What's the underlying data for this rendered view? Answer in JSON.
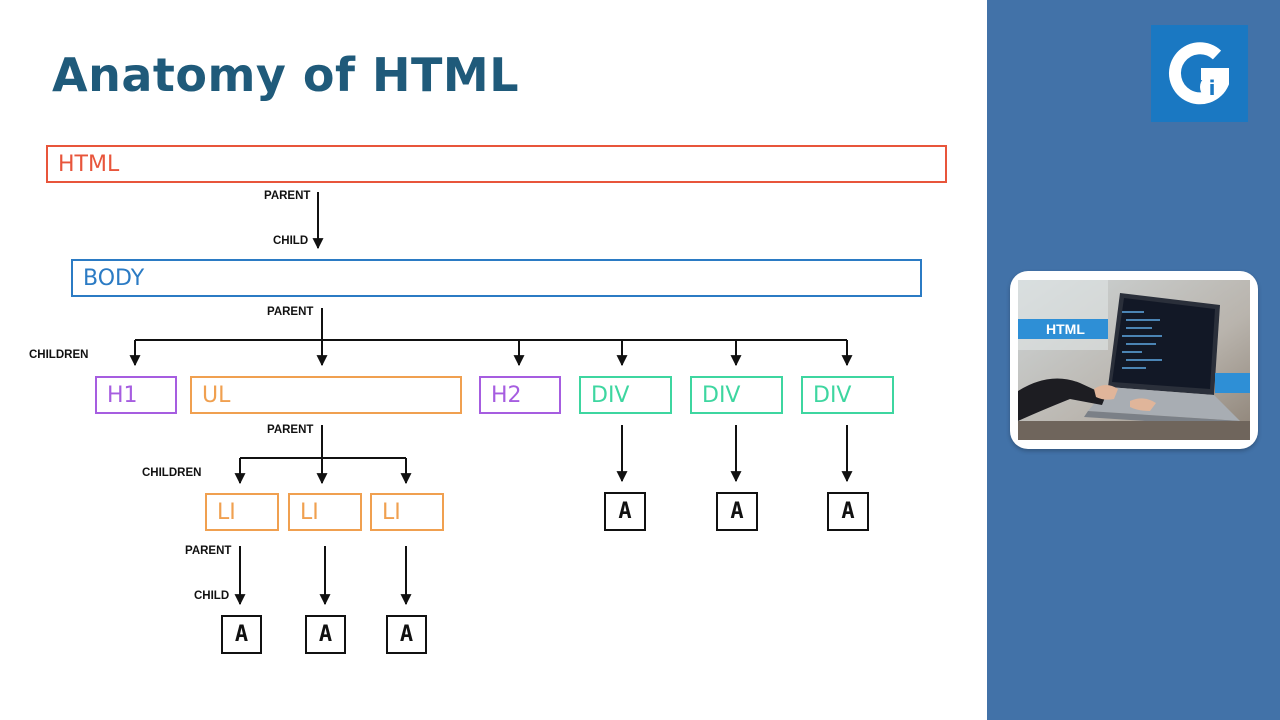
{
  "slide": {
    "title": "Anatomy of HTML"
  },
  "logo": {
    "letters": "Gi"
  },
  "thumbnail": {
    "badge": "HTML"
  },
  "colors": {
    "html": "#e8553b",
    "body": "#2b7bc4",
    "heading": "#a65de0",
    "list": "#f0a050",
    "div": "#3ed6a0",
    "sidebar": "#4272a8"
  },
  "diagram": {
    "html": "HTML",
    "body": "BODY",
    "h1": "H1",
    "ul": "UL",
    "h2": "H2",
    "div": "DIV",
    "li": "LI",
    "a": "A",
    "parent": "PARENT",
    "child": "CHILD",
    "children": "CHILDREN"
  }
}
